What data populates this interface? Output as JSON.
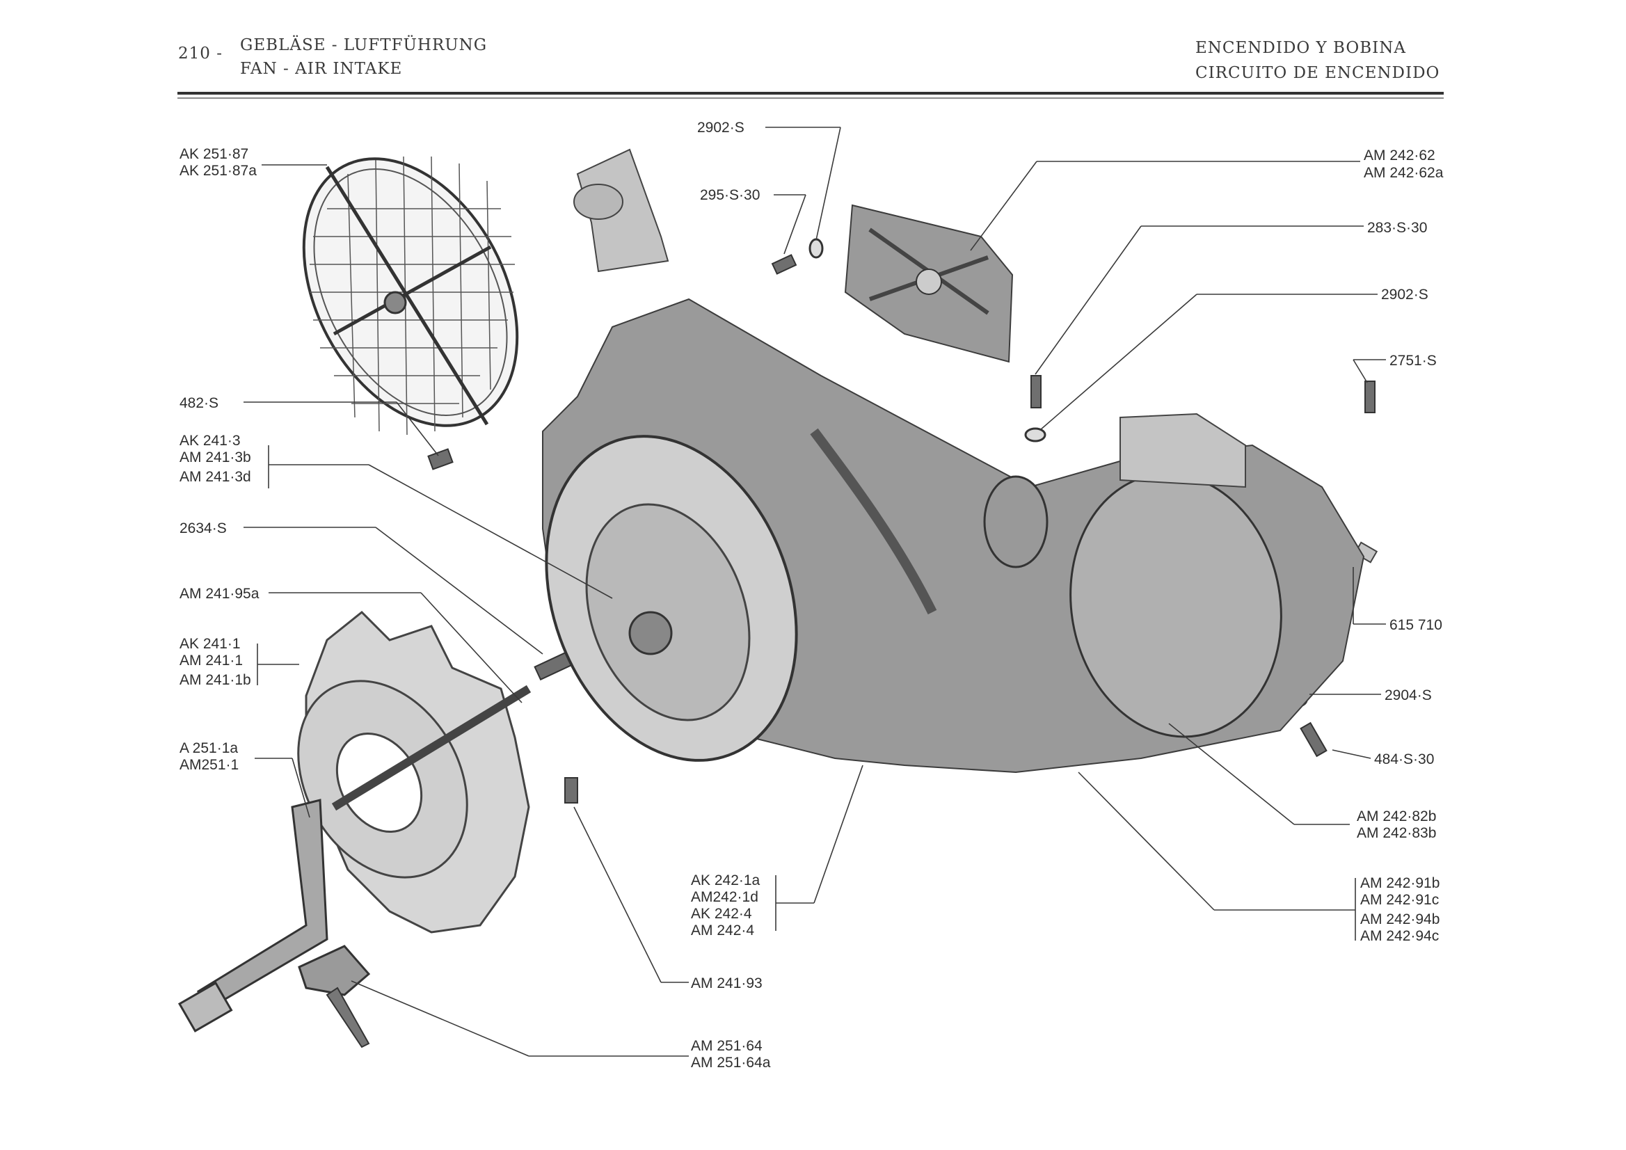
{
  "header": {
    "page_number": "210 -",
    "title_de": "GEBLÄSE - LUFTFÜHRUNG",
    "title_en": "FAN - AIR INTAKE",
    "right_line1": "ENCENDIDO Y BOBINA",
    "right_line2": "CIRCUITO DE ENCENDIDO"
  },
  "callouts": {
    "c01a": "AK 251·87",
    "c01b": "AK 251·87a",
    "c02": "482·S",
    "c03a": "AK 241·3",
    "c03b": "AM 241·3b",
    "c03c": "AM 241·3d",
    "c04": "2634·S",
    "c05": "AM 241·95a",
    "c06a": "AK 241·1",
    "c06b": "AM 241·1",
    "c06c": "AM 241·1b",
    "c07a": "A 251·1a",
    "c07b": "AM251·1",
    "c08a": "AK 242·1a",
    "c08b": "AM242·1d",
    "c08c": "AK 242·4",
    "c08d": "AM 242·4",
    "c09": "AM 241·93",
    "c10a": "AM 251·64",
    "c10b": "AM 251·64a",
    "c11": "2902·S",
    "c12": "295·S·30",
    "c13a": "AM 242·62",
    "c13b": "AM 242·62a",
    "c14": "283·S·30",
    "c15": "2902·S",
    "c16": "2751·S",
    "c17": "615 710",
    "c18": "2904·S",
    "c19": "484·S·30",
    "c20a": "AM 242·82b",
    "c20b": "AM 242·83b",
    "c21a": "AM 242·91b",
    "c21b": "AM 242·91c",
    "c21c": "AM 242·94b",
    "c21d": "AM 242·94c"
  },
  "colors": {
    "ink": "#2e2e2e",
    "part_fill": "#9a9a9a",
    "paper": "#ffffff"
  }
}
